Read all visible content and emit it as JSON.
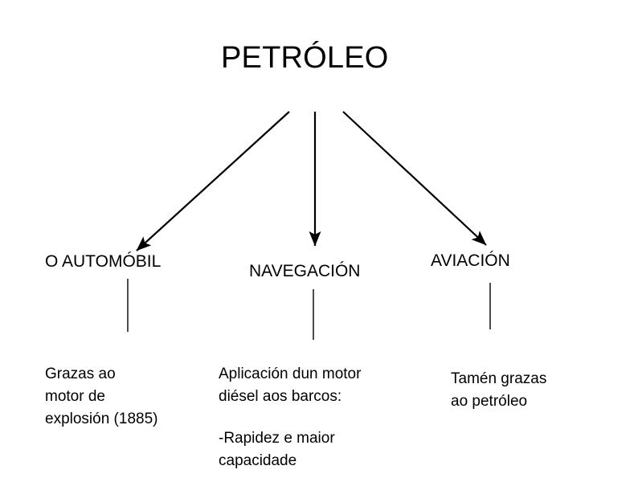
{
  "slide": {
    "title": "PETRÓLEO",
    "background_color": "#ffffff",
    "stroke_color": "#000000",
    "text_color": "#000000"
  },
  "branches": {
    "automobil": {
      "label": "O AUTOMÓBIL",
      "paragraphs": [
        "Grazas ao\nmotor de\nexplosión (1885)"
      ]
    },
    "navegacion": {
      "label": "NAVEGACIÓN",
      "paragraphs": [
        "Aplicación dun motor\ndiésel aos barcos:",
        "-Rapidez e maior\ncapacidade"
      ]
    },
    "aviacion": {
      "label": "AVIACIÓN",
      "paragraphs": [
        "Tamén grazas\nao petróleo"
      ]
    }
  }
}
